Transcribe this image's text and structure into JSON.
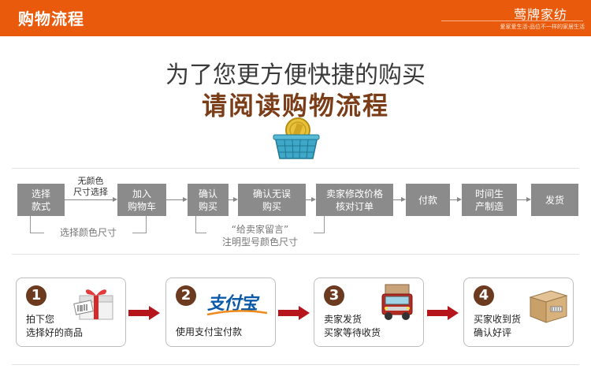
{
  "header": {
    "title": "购物流程",
    "brand_name": "莺牌家纺",
    "slogan": "爱家爱生活-品位不一样的家居生活",
    "color": "#e95a0c"
  },
  "headline": {
    "line1": "为了您更方便快捷的购买",
    "line2": "请阅读购物流程"
  },
  "flow": {
    "steps": [
      {
        "line1": "选择",
        "line2": "款式"
      },
      {
        "line1": "加入",
        "line2": "购物车"
      },
      {
        "line1": "确认",
        "line2": "购买"
      },
      {
        "line1": "确认无误",
        "line2": "购买"
      },
      {
        "line1": "卖家修改价格",
        "line2": "核对订单"
      },
      {
        "line1": "付款",
        "line2": ""
      },
      {
        "line1": "时间生",
        "line2": "产制造"
      },
      {
        "line1": "发货",
        "line2": ""
      }
    ],
    "above_note": {
      "line1": "无颜色",
      "line2": "尺寸选择"
    },
    "note_color_size": "选择颜色尺寸",
    "note_message": {
      "line1": "“给卖家留言”",
      "line2": "注明型号颜色尺寸"
    }
  },
  "cards": [
    {
      "number": "1",
      "line1": "拍下您",
      "line2": "选择好的商品",
      "icon": "gift-icon"
    },
    {
      "number": "2",
      "line1": "使用支付宝付款",
      "line2": "",
      "logo_text": "支付宝",
      "icon": "alipay-logo"
    },
    {
      "number": "3",
      "line1": "卖家发货",
      "line2": "买家等待收货",
      "icon": "truck-icon"
    },
    {
      "number": "4",
      "line1": "买家收到货",
      "line2": "确认好评",
      "icon": "package-icon"
    }
  ],
  "colors": {
    "step_box": "#8b8b8b",
    "number_badge": "#6b3a1f",
    "red_arrow": "#b5151b",
    "headline_accent": "#7a3d18"
  }
}
